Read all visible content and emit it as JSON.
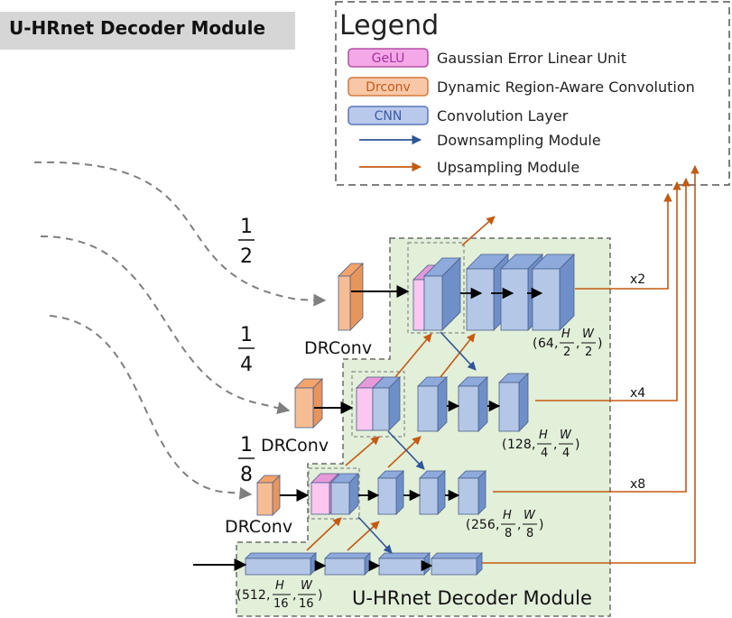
{
  "title": "U-HRnet Decoder Module",
  "legend": {
    "heading": "Legend",
    "items": [
      {
        "key": "gelu",
        "tag": "GeLU",
        "desc": "Gaussian Error Linear Unit",
        "fill": "#f4a8e8",
        "stroke": "#b34fa4",
        "text_color": "#a6329c"
      },
      {
        "key": "drconv",
        "tag": "Drconv",
        "desc": "Dynamic Region-Aware Convolution",
        "fill": "#f8c7a7",
        "stroke": "#d27a3e",
        "text_color": "#c15c1c"
      },
      {
        "key": "cnn",
        "tag": "CNN",
        "desc": "Convolution Layer",
        "fill": "#b9c9ec",
        "stroke": "#5b77b6",
        "text_color": "#3e5ba3"
      }
    ],
    "arrows": [
      {
        "key": "down",
        "desc": "Downsampling Module",
        "color": "#2f5597"
      },
      {
        "key": "up",
        "desc": "Upsampling Module",
        "color": "#c55a11"
      }
    ]
  },
  "fractions": [
    {
      "num": "1",
      "den": "2"
    },
    {
      "num": "1",
      "den": "4"
    },
    {
      "num": "1",
      "den": "8"
    }
  ],
  "drconv_label": "DRConv",
  "dims": [
    {
      "c": "64",
      "h": "H",
      "hd": "2",
      "w": "W",
      "wd": "2"
    },
    {
      "c": "128",
      "h": "H",
      "hd": "4",
      "w": "W",
      "wd": "4"
    },
    {
      "c": "256",
      "h": "H",
      "hd": "8",
      "w": "W",
      "wd": "8"
    },
    {
      "c": "512",
      "h": "H",
      "hd": "16",
      "w": "W",
      "wd": "16"
    }
  ],
  "scales": [
    "x2",
    "x4",
    "x8"
  ],
  "module_label": "U-HRnet Decoder Module",
  "colors": {
    "green_bg": "#e2efd9",
    "cnn_front": "#b4c7e7",
    "cnn_top": "#8ea9db",
    "cnn_side": "#6f8fc8",
    "dr_front": "#f6bd94",
    "dr_top": "#f4a36a",
    "gelu_front": "#fbc6f0",
    "gelu_top": "#e599d8",
    "orange": "#c55a11",
    "blue": "#2f5597",
    "dashed_gray": "#7f7f7f"
  }
}
